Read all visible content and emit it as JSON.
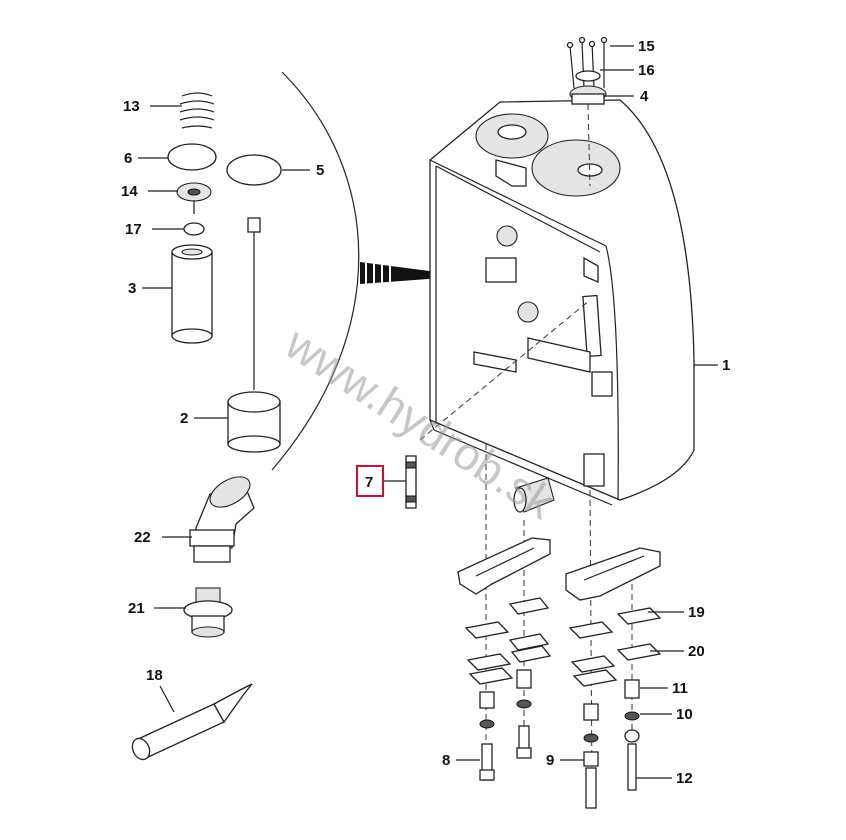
{
  "watermark": "www.hydrob.sk",
  "highlight_color": "#c8102e",
  "callouts": [
    {
      "id": "p1",
      "label": "1"
    },
    {
      "id": "p2",
      "label": "2"
    },
    {
      "id": "p3",
      "label": "3"
    },
    {
      "id": "p4",
      "label": "4"
    },
    {
      "id": "p5",
      "label": "5"
    },
    {
      "id": "p6",
      "label": "6"
    },
    {
      "id": "p7",
      "label": "7",
      "highlighted": true
    },
    {
      "id": "p8",
      "label": "8"
    },
    {
      "id": "p9",
      "label": "9"
    },
    {
      "id": "p10",
      "label": "10"
    },
    {
      "id": "p11",
      "label": "11"
    },
    {
      "id": "p12",
      "label": "12"
    },
    {
      "id": "p13",
      "label": "13"
    },
    {
      "id": "p14",
      "label": "14"
    },
    {
      "id": "p15",
      "label": "15"
    },
    {
      "id": "p16",
      "label": "16"
    },
    {
      "id": "p17",
      "label": "17"
    },
    {
      "id": "p18",
      "label": "18"
    },
    {
      "id": "p19",
      "label": "19"
    },
    {
      "id": "p20",
      "label": "20"
    },
    {
      "id": "p21",
      "label": "21"
    },
    {
      "id": "p22",
      "label": "22"
    }
  ]
}
